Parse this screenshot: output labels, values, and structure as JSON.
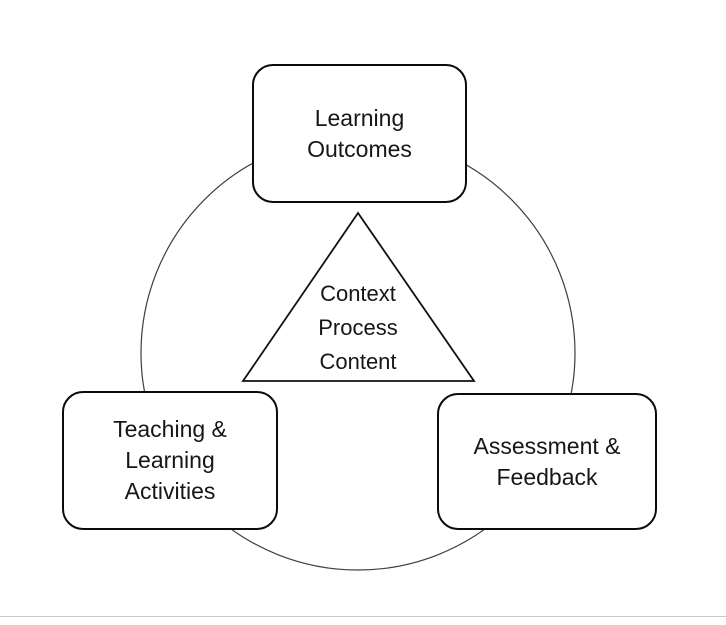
{
  "diagram": {
    "title_semantic": "constructive-alignment-cycle",
    "colors": {
      "background": "#ffffff",
      "box_border": "#0b0b0b",
      "text": "#161616",
      "circle_stroke": "#3f3f3f",
      "triangle_stroke": "#111111",
      "bottom_divider": "#c9c9c9"
    },
    "nodes": [
      {
        "id": "learning-outcomes",
        "lines": [
          "Learning",
          "Outcomes"
        ]
      },
      {
        "id": "teaching-learning-activities",
        "lines": [
          "Teaching &",
          "Learning",
          "Activities"
        ]
      },
      {
        "id": "assessment-feedback",
        "lines": [
          "Assessment &",
          "Feedback"
        ]
      }
    ],
    "triangle": {
      "lines": [
        "Context",
        "Process",
        "Content"
      ]
    }
  }
}
